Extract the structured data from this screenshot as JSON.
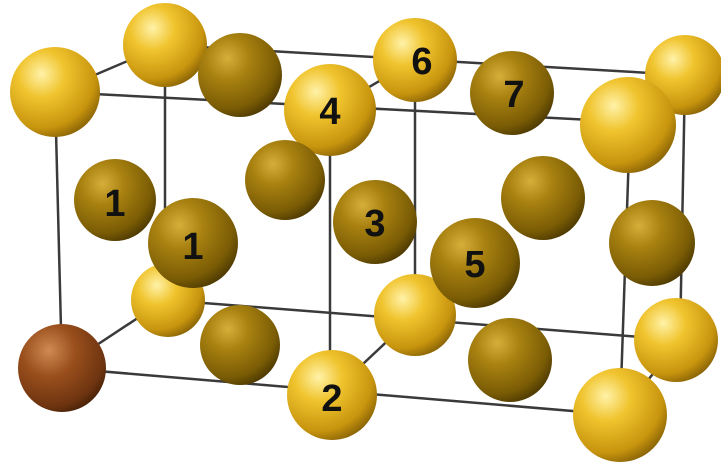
{
  "colors": {
    "light_gold": "#e2b21f",
    "dark_gold": "#9a7609",
    "copper": "#8c4618",
    "bond": "#3a3a3a"
  },
  "atom_types": [
    "light-gold",
    "dark-gold",
    "copper"
  ],
  "labels": {
    "a1": "1",
    "a1b": "1",
    "a2": "2",
    "a3": "3",
    "a4": "4",
    "a5": "5",
    "a6": "6",
    "a7": "7"
  }
}
